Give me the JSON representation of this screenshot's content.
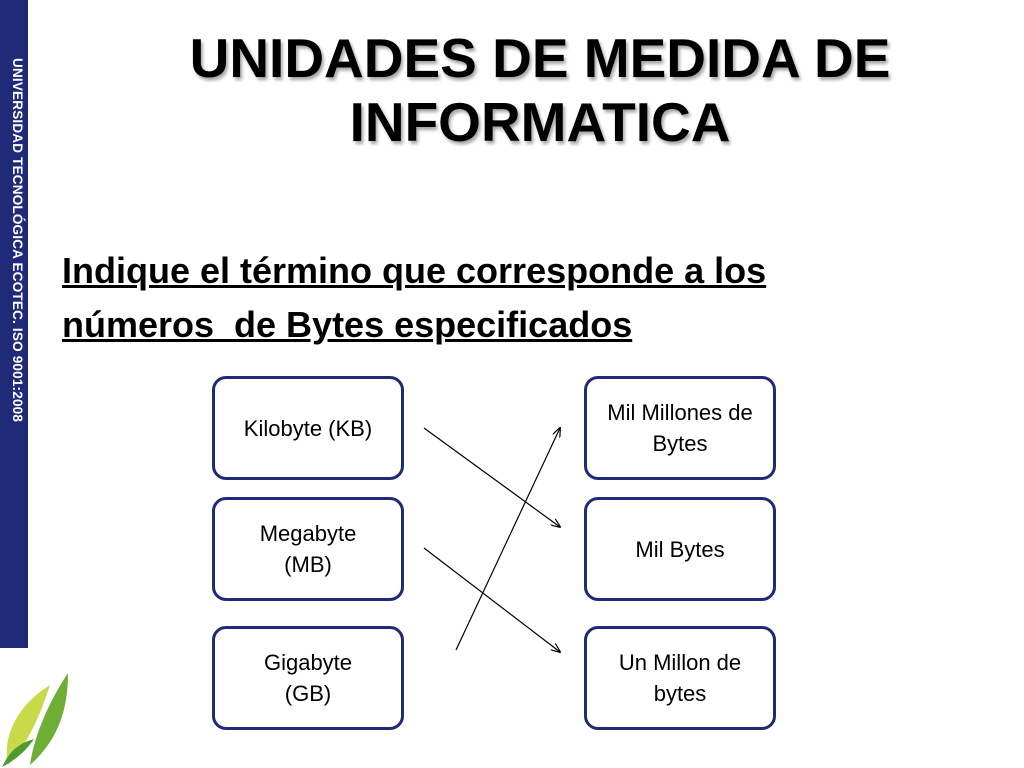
{
  "slide": {
    "title_lines": [
      "UNIDADES DE MEDIDA DE",
      "INFORMATICA"
    ],
    "instruction_lines": [
      "Indique el término que corresponde a los",
      "números  de Bytes especificados"
    ],
    "sidebar_text": "UNIVERSIDAD TECNOLÓGICA ECOTEC. ISO 9001:2008"
  },
  "terms": [
    {
      "lines": [
        "Kilobyte (KB)"
      ]
    },
    {
      "lines": [
        "Megabyte",
        "(MB)"
      ]
    },
    {
      "lines": [
        "Gigabyte",
        "(GB)"
      ]
    }
  ],
  "quantities": [
    {
      "lines": [
        "Mil Millones de",
        "Bytes"
      ]
    },
    {
      "lines": [
        "Mil Bytes"
      ]
    },
    {
      "lines": [
        "Un Millon de",
        "bytes"
      ]
    }
  ],
  "colors": {
    "sidebar": "#1f2a78",
    "box_border": "#1f2a78",
    "logo_green_light": "#c8d94a",
    "logo_green_dark": "#4e9a2c"
  }
}
